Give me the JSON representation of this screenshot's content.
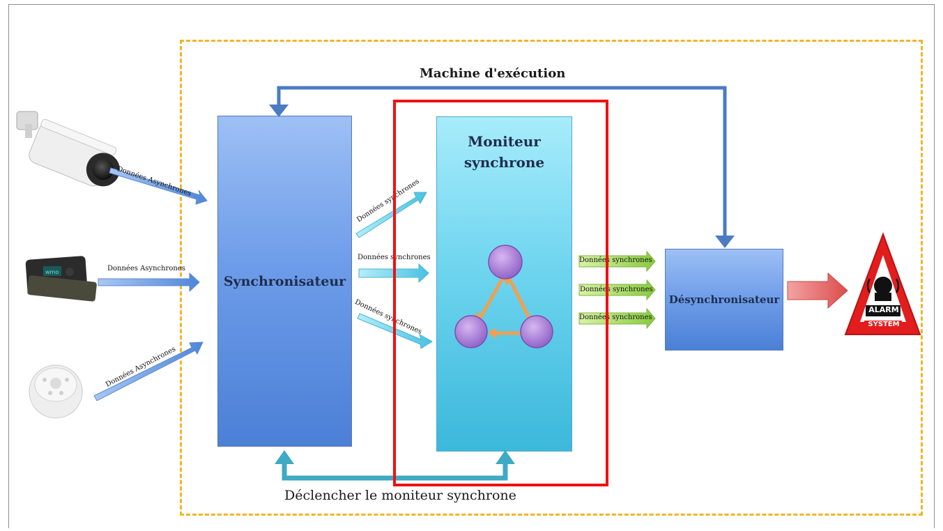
{
  "diagram": {
    "exec_machine_label": "Machine d'exécution",
    "trigger_label": "Déclencher le moniteur synchrone",
    "synchronizer_label": "Synchronisateur",
    "monitor_label_line1": "Moniteur",
    "monitor_label_line2": "synchrone",
    "desynchronizer_label": "Désynchronisateur",
    "async_inputs": [
      {
        "label": "Données Asynchrones",
        "sensor_icon": "security-camera-icon"
      },
      {
        "label": "Données Asynchrones",
        "sensor_icon": "wearable-device-icon"
      },
      {
        "label": "Données Asynchrones",
        "sensor_icon": "motion-sensor-icon"
      }
    ],
    "sync_to_monitor": [
      {
        "label": "Données synchrones"
      },
      {
        "label": "Données synchrones"
      },
      {
        "label": "Données synchrones"
      }
    ],
    "sync_to_desync": [
      {
        "label": "Données synchrones"
      },
      {
        "label": "Données synchrones"
      },
      {
        "label": "Données synchrones"
      }
    ],
    "alarm": {
      "line1": "ALARM",
      "line2": "SYSTEM",
      "icon": "alarm-system-icon"
    },
    "colors": {
      "exec_border": "#f5b324",
      "highlight": "#f01010",
      "blue_block": "#6d9ce9",
      "cyan_block": "#6fd5ef",
      "feedback_arrow": "#4b7bc4",
      "trigger_arrow": "#3eaac4",
      "green_arrow": "#8fd14a",
      "red_arrow": "#e05a5a"
    }
  }
}
